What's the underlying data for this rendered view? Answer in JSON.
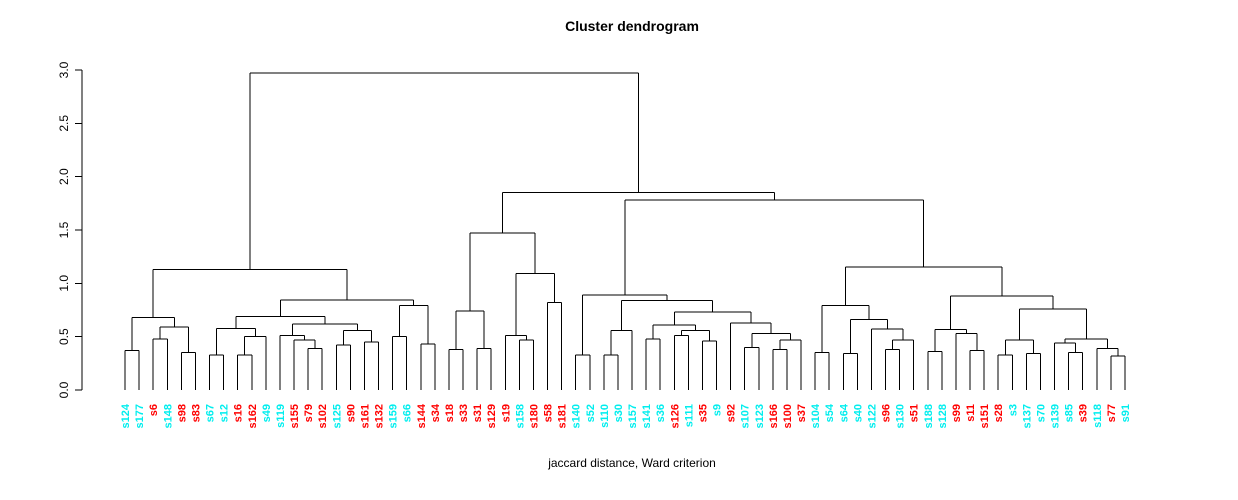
{
  "chart_data": {
    "type": "dendrogram",
    "title": "Cluster dendrogram",
    "xlabel": "jaccard distance, Ward criterion",
    "ylabel": "",
    "ylim": [
      0.0,
      3.0
    ],
    "yticks": [
      "0.0",
      "0.5",
      "1.0",
      "1.5",
      "2.0",
      "2.5",
      "3.0"
    ],
    "grid": "off",
    "line_color": "#000000",
    "label_palette": {
      "cyan": "#00EEEE",
      "red": "#FF0000"
    },
    "leaves": [
      {
        "label": "s124",
        "color": "cyan"
      },
      {
        "label": "s177",
        "color": "cyan"
      },
      {
        "label": "s6",
        "color": "red"
      },
      {
        "label": "s148",
        "color": "cyan"
      },
      {
        "label": "s98",
        "color": "red"
      },
      {
        "label": "s83",
        "color": "red"
      },
      {
        "label": "s67",
        "color": "cyan"
      },
      {
        "label": "s12",
        "color": "cyan"
      },
      {
        "label": "s16",
        "color": "red"
      },
      {
        "label": "s162",
        "color": "red"
      },
      {
        "label": "s49",
        "color": "cyan"
      },
      {
        "label": "s119",
        "color": "cyan"
      },
      {
        "label": "s155",
        "color": "red"
      },
      {
        "label": "s79",
        "color": "red"
      },
      {
        "label": "s102",
        "color": "red"
      },
      {
        "label": "s125",
        "color": "cyan"
      },
      {
        "label": "s90",
        "color": "red"
      },
      {
        "label": "s161",
        "color": "red"
      },
      {
        "label": "s132",
        "color": "red"
      },
      {
        "label": "s159",
        "color": "cyan"
      },
      {
        "label": "s66",
        "color": "cyan"
      },
      {
        "label": "s144",
        "color": "red"
      },
      {
        "label": "s34",
        "color": "red"
      },
      {
        "label": "s18",
        "color": "red"
      },
      {
        "label": "s33",
        "color": "red"
      },
      {
        "label": "s31",
        "color": "red"
      },
      {
        "label": "s129",
        "color": "red"
      },
      {
        "label": "s19",
        "color": "red"
      },
      {
        "label": "s158",
        "color": "cyan"
      },
      {
        "label": "s180",
        "color": "red"
      },
      {
        "label": "s58",
        "color": "red"
      },
      {
        "label": "s181",
        "color": "red"
      },
      {
        "label": "s140",
        "color": "cyan"
      },
      {
        "label": "s52",
        "color": "cyan"
      },
      {
        "label": "s110",
        "color": "cyan"
      },
      {
        "label": "s30",
        "color": "cyan"
      },
      {
        "label": "s157",
        "color": "cyan"
      },
      {
        "label": "s141",
        "color": "cyan"
      },
      {
        "label": "s36",
        "color": "cyan"
      },
      {
        "label": "s126",
        "color": "red"
      },
      {
        "label": "s111",
        "color": "cyan"
      },
      {
        "label": "s35",
        "color": "red"
      },
      {
        "label": "s9",
        "color": "cyan"
      },
      {
        "label": "s92",
        "color": "red"
      },
      {
        "label": "s107",
        "color": "cyan"
      },
      {
        "label": "s123",
        "color": "cyan"
      },
      {
        "label": "s166",
        "color": "red"
      },
      {
        "label": "s100",
        "color": "red"
      },
      {
        "label": "s37",
        "color": "red"
      },
      {
        "label": "s104",
        "color": "cyan"
      },
      {
        "label": "s54",
        "color": "cyan"
      },
      {
        "label": "s64",
        "color": "cyan"
      },
      {
        "label": "s40",
        "color": "cyan"
      },
      {
        "label": "s122",
        "color": "cyan"
      },
      {
        "label": "s96",
        "color": "red"
      },
      {
        "label": "s130",
        "color": "cyan"
      },
      {
        "label": "s51",
        "color": "red"
      },
      {
        "label": "s188",
        "color": "cyan"
      },
      {
        "label": "s128",
        "color": "cyan"
      },
      {
        "label": "s99",
        "color": "red"
      },
      {
        "label": "s11",
        "color": "red"
      },
      {
        "label": "s151",
        "color": "red"
      },
      {
        "label": "s28",
        "color": "red"
      },
      {
        "label": "s3",
        "color": "cyan"
      },
      {
        "label": "s137",
        "color": "cyan"
      },
      {
        "label": "s70",
        "color": "cyan"
      },
      {
        "label": "s139",
        "color": "cyan"
      },
      {
        "label": "s85",
        "color": "cyan"
      },
      {
        "label": "s39",
        "color": "red"
      },
      {
        "label": "s118",
        "color": "cyan"
      },
      {
        "label": "s77",
        "color": "red"
      },
      {
        "label": "s91",
        "color": "cyan"
      }
    ],
    "merges": [
      2.97,
      [
        1.13,
        [
          0.68,
          [
            0.37,
            0,
            1
          ],
          [
            0.59,
            [
              0.48,
              2,
              3
            ],
            [
              0.35,
              4,
              5
            ]
          ]
        ],
        [
          0.845,
          [
            0.69,
            [
              0.575,
              [
                0.33,
                6,
                7
              ],
              [
                0.5,
                [
                  0.33,
                  8,
                  9
                ],
                10
              ]
            ],
            [
              0.62,
              [
                0.51,
                11,
                [
                  0.47,
                  12,
                  [
                    0.39,
                    13,
                    14
                  ]
                ]
              ],
              [
                0.56,
                [
                  0.42,
                  15,
                  16
                ],
                [
                  0.45,
                  17,
                  18
                ]
              ]
            ]
          ],
          [
            0.79,
            [
              0.5,
              19,
              20
            ],
            [
              0.43,
              21,
              22
            ]
          ]
        ]
      ],
      [
        1.85,
        [
          1.47,
          [
            0.74,
            [
              0.38,
              23,
              24
            ],
            [
              0.39,
              25,
              26
            ]
          ],
          [
            1.09,
            [
              0.51,
              27,
              [
                0.47,
                28,
                29
              ]
            ],
            [
              0.82,
              30,
              31
            ]
          ]
        ],
        [
          1.78,
          [
            0.89,
            [
              0.33,
              32,
              33
            ],
            [
              0.84,
              [
                0.56,
                [
                  0.33,
                  34,
                  35
                ],
                36
              ],
              [
                0.73,
                [
                  0.61,
                  [
                    0.48,
                    37,
                    38
                  ],
                  [
                    0.56,
                    [
                      0.51,
                      39,
                      40
                    ],
                    [
                      0.46,
                      41,
                      42
                    ]
                  ]
                ],
                [
                  0.63,
                  43,
                  [
                    0.53,
                    [
                      0.4,
                      44,
                      45
                    ],
                    [
                      0.47,
                      [
                        0.38,
                        46,
                        47
                      ],
                      48
                    ]
                  ]
                ]
              ]
            ]
          ],
          [
            1.155,
            [
              0.79,
              [
                0.35,
                49,
                50
              ],
              [
                0.66,
                [
                  0.34,
                  51,
                  52
                ],
                [
                  0.57,
                  53,
                  [
                    0.47,
                    [
                      0.38,
                      54,
                      55
                    ],
                    56
                  ]
                ]
              ]
            ],
            [
              0.88,
              [
                0.565,
                [
                  0.36,
                  57,
                  58
                ],
                [
                  0.53,
                  59,
                  [
                    0.37,
                    60,
                    61
                  ]
                ]
              ],
              [
                0.76,
                [
                  0.47,
                  [
                    0.33,
                    62,
                    63
                  ],
                  [
                    0.34,
                    64,
                    65
                  ]
                ],
                [
                  0.48,
                  [
                    0.44,
                    66,
                    [
                      0.35,
                      67,
                      68
                    ]
                  ],
                  [
                    0.39,
                    69,
                    [
                      0.32,
                      70,
                      71
                    ]
                  ]
                ]
              ]
            ]
          ]
        ]
      ]
    ]
  }
}
